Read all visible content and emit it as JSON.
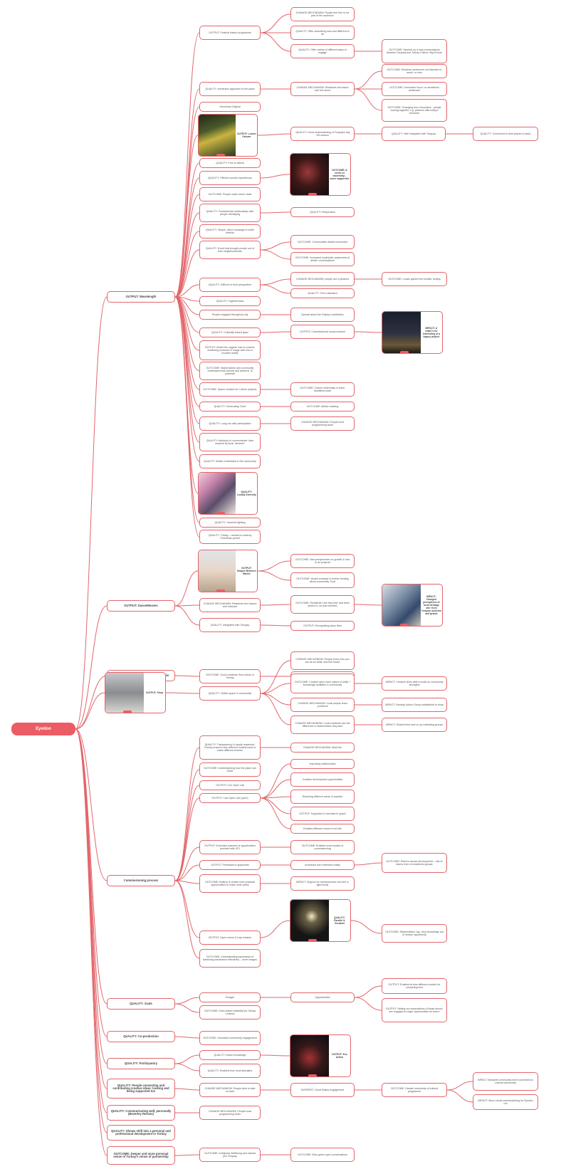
{
  "root": {
    "label": "Eyedoo"
  },
  "categories": {
    "wavelength": "OUTPUT: Wavelength",
    "dances": "OUTPUT: DanceWeaves",
    "timing": "QUALITY: Timing (bigpeice) – Loop this",
    "process": "Commissioning process",
    "scale": "QUALITY: Scale",
    "coproduction": "QUALITY: Co-production",
    "participatory": "QUALITY: Participatory",
    "connecting": "QUALITY: People connecting and contributing creative ideas: looking and being supported too",
    "communicating": "QUALITY: Communicating well, personally (Beverley Reeves)",
    "shift": "QUALITY: Shows shift into a personal and professional development in Torbay",
    "galaxyOut": "OUTCOME: Deeper and more personal sense of Torbay's sense of partnership"
  },
  "wave": {
    "a1": "OUTPUT: Festival leisure programme",
    "a1c1": "CHANGE MECHANISM: People feel free to be part of the audience",
    "a1c2": "QUALITY: Offer something new and different to do",
    "a1c3": "QUALITY: Offer variety of different ways to engage",
    "a1c3o": "OUTCOME: Opened up a way conversations between Torquay and Torbay Culture; Big Picture",
    "a2": "QUALITY: Immersive approach to the place",
    "a2c": "CHANGE MECHANISM: Residents felt eased over the shore",
    "a2o1": "OUTCOME: Reached audiences not intended to reach; or new",
    "a2o2": "OUTCOME: Generated 'buzz' on streetlevel audiences",
    "a2o3": "OUTCOME: Changing how Innovators - people coming together, e.g. partners with today's business",
    "a3": "Genuinely Original",
    "p1": "OUTPUT: Lumen Canvas",
    "p1c": "QUALITY: Good understanding of Torquay's big 3/5 season",
    "p1q": "QUALITY: Well integrated with Torquay",
    "p1q2": "QUALITY: Connected to their places & place",
    "a4": "QUALITY: Free to attend",
    "a5": "QUALITY: Offered sounds experiences",
    "p2": "OUTCOME: A sense of ownership - some supportive",
    "a6": "OUTCOME: People make return visits",
    "a7": "QUALITY: Fundamental relationships with people identifying",
    "a7q": "QUALITY: Responsive",
    "a8": "QUALITY: Simple, direct message to wider festival",
    "a9": "QUALITY: Event that brought people out of their neighbourhoods",
    "a9o1": "OUTCOME: Communities dialled connected",
    "a9o2": "OUTCOME: Increased local/wider awareness of artists' conversations",
    "a10": "QUALITY: Difficult of both perspective",
    "a10c1": "CHANGE MECHANISM: people are a pleased",
    "a10c1o": "OUTCOME: Locals gained the tourists' activity",
    "a10c2": "QUALITY: Felt a standard",
    "a11": "QUALITY: Togetherness",
    "a12": "People engaged throughout city",
    "a12c": "Spread about the Galaxy's aesthetics",
    "a13": "QUALITY: Culturally based gram",
    "a13c": "OUTPUT: Commissioned local provision",
    "p3": "IMPACT: A realm's for interesting of a legacy project",
    "a14": "OUTPUT: Model the original, then to extend, creatively produced & image with how a broader reality",
    "a15": "OUTCOME: Stakeholders and community understand that cultural and artforms' is potential",
    "a16": "OUTCOME: Space created for Culture projects",
    "a16o": "OUTCOME: Culture millennials in team' headliners plan",
    "a17": "QUALITY: Generating 'Gold'",
    "a17o": "OUTCOME: Artistic meeting",
    "a18": "QUALITY: Long-run with participation",
    "a18c": "CHANGE MECHANISM: People local programming team",
    "a19": "QUALITY: Artists(s) to communicate' lives inspired by local 'dreamer'",
    "a20": "QUALITY: Artistic embedded in the community",
    "p4": "QUALITY: Locally Diversity",
    "a21": "QUALITY: Involved lighting",
    "a22": "QUALITY: Timing – needed to destroy 'Christmas period'"
  },
  "dance": {
    "p5": "OUTPUT: Shapes Between Waves",
    "p5o1": "OUTCOME: New perspectives on growth & how to do projects",
    "p5o2": "OUTCOME: Useful example to further funding about community Trust",
    "d1": "CHANGE MECHANISM: Residents feel valued and included",
    "d1o": "OUTCOME: Residents 'Like they feel' and been joined in, not just counted",
    "p6": "IMPACT: Changed perceptions of local heritage site: from Torquay museum and grants",
    "d2": "QUALITY: Integrated with Torquay",
    "d2o": "OUTPUT: Recognising place links"
  },
  "timingBranch": {
    "o": "OUTCOME: Good residents' first culture in Torbay",
    "i": "IMPACT: Sustainable programme"
  },
  "shop": {
    "p7": "OUTPUT: Shop",
    "q": "QUALITY: Visible space in community",
    "c1": "CHANGE MECHANISM: People know who you are as an artist: and feel heard",
    "c2": "OUTCOME: Created open more nature of skills + knowledge available in community",
    "c2i": "IMPACT: Creative team able to build on community strengths",
    "c3": "CHANGE MECHANISM: Local people learn problems",
    "c3i": "IMPACT: Develop Action Group established in shop",
    "c4": "CHANGE MECHANISM: Local residents see the difference to stakeholders they face",
    "c4i": "IMPACT: Shared feed and co-op marketing groups"
  },
  "proc": {
    "q1": "QUALITY: Transparency & equity respected. Closely ensured why different models used to make different choices",
    "q1c": "CHANGE MECHANISM: Meet the",
    "q2": "OUTCOME: Understanding how the place can thrive",
    "q3": "OUTPUT: Live Open Lab",
    "q4": "OUTPUT: Live Open Lab (open)",
    "q4a": "Improving relationships",
    "q4b": "Creative development opportunities",
    "q4c": "Reaching different areas of practice",
    "q4d": "OUTPUT: Supported in increase in space",
    "q4e": "Enabled different voices to be link",
    "q5": "OUTPUT: Extended outcome of opportunities provided with 3F1",
    "q5o": "OUTCOME: Enabled local models of commissioning",
    "q6": "OUTPUT: Feedback to applicants",
    "q6c": "Increased own extended reality",
    "q6o": "OUTCOME: Reform across development – lots of teams from a broadened groups",
    "q7": "OUTCOME: Believe & create more practical opportunities to make more plans",
    "q7i": "IMPACT: Support for freelance/new new link in light break",
    "q8": "OUTPUT: Open memo & loop mission",
    "p8": "QUALITY: Parallel & Greatest",
    "p8o": "OUTCOME: Stakeholders: log, Very knowledge out of 5/each opportunity",
    "q9": "OUTCOME: Understanding importance of balancing dominance effectively – more images"
  },
  "scaleB": {
    "b": "Budget",
    "o": "OUTCOME: Does tested reliability the Torbay Cultures",
    "opp": "Opportunities",
    "opp1": "OUTPUT: Enabled at less different models for competing lens",
    "opp2": "OUTPUT: Setting out expectations of those sector; are engaged in major opportunities for future"
  },
  "coprodB": {
    "o": "OUTCOME: Increased community engagement"
  },
  "partB": {
    "a": "QUALITY: Active knowledge",
    "b": "QUALITY: Enabled from local strengths",
    "p9": "OUTPUT: Eco Action"
  },
  "connectB": {
    "c": "CHANGE MECHANISM: People able to take on work",
    "i": "INTEREST: Good Ratios engagement",
    "o": "OUTCOME: Greater ownership of cultural programme",
    "i1": "IMPACT: Brackets community more connected to cultural community",
    "i2": "IMPACT: More robust commissioning for Eyedoo Ltd"
  },
  "communicB": {
    "c": "CHANGE MECHANISM: People local programming team"
  },
  "galaxyB": {
    "o": "OUTCOME: A Majority Wellbeing and natural join Torquay",
    "o2": "OUTCOME: Blue green open conversations"
  },
  "colors": {
    "line": "#e2666b",
    "root": "#ec5c64"
  }
}
